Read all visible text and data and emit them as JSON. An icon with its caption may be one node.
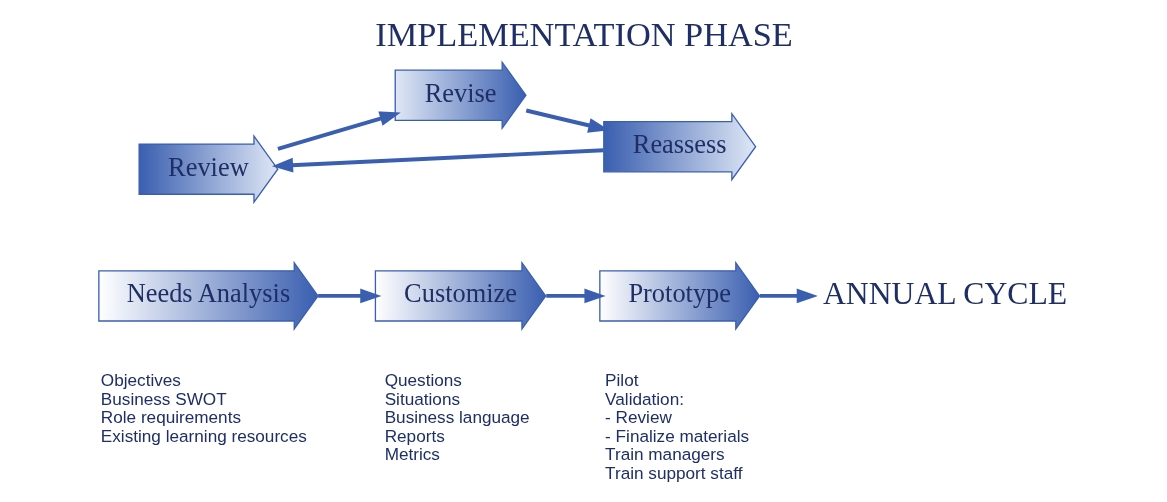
{
  "diagram": {
    "title": "IMPLEMENTATION PHASE",
    "nodes": [
      {
        "text": [
          "Needs Analysis"
        ],
        "beside": [
          "Objectives",
          "Business SWOT",
          "Role requirements",
          "Existing learning resources"
        ]
      },
      {
        "text": [
          "Customize"
        ],
        "beside": [
          "Questions",
          "Situations",
          "Business language",
          "Reports",
          "Metrics"
        ]
      },
      {
        "text": [
          "Prototype"
        ],
        "beside": [
          "Pilot",
          "Validation:",
          "- Review",
          "- Finalize materials",
          "Train managers",
          "Train support staff"
        ]
      },
      {
        "text": [
          "ANNUAL CYCLE"
        ]
      },
      {
        "text": [
          "Review"
        ]
      },
      {
        "text": [
          "Revise"
        ]
      },
      {
        "text": [
          "Reassess"
        ]
      }
    ],
    "edges": [
      {
        "from": 0,
        "to": 1,
        "arrow": "to"
      },
      {
        "from": 1,
        "to": 2,
        "arrow": "to"
      },
      {
        "from": 2,
        "to": 3,
        "arrow": "to"
      },
      {
        "from": 4,
        "to": 5,
        "arrow": "to"
      },
      {
        "from": 5,
        "to": 6,
        "arrow": "to"
      },
      {
        "from": 6,
        "to": 4,
        "arrow": "to"
      }
    ]
  }
}
